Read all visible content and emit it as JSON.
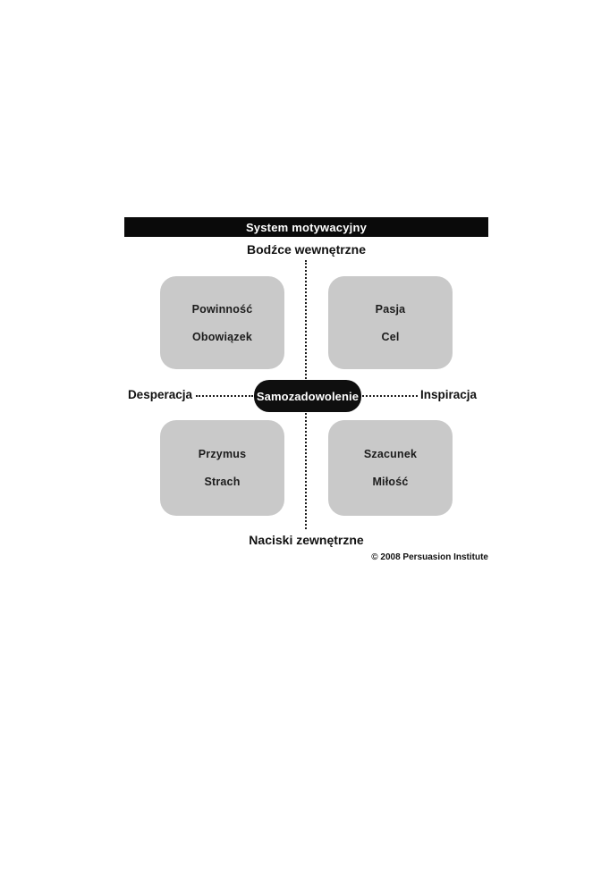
{
  "title": "System motywacyjny",
  "axes": {
    "top": "Bodźce wewnętrzne",
    "bottom": "Naciski zewnętrzne",
    "left": "Desperacja",
    "right": "Inspiracja",
    "center": "Samozadowolenie"
  },
  "quadrants": {
    "top_left": {
      "line1": "Powinność",
      "line2": "Obowiązek"
    },
    "top_right": {
      "line1": "Pasja",
      "line2": "Cel"
    },
    "bottom_left": {
      "line1": "Przymus",
      "line2": "Strach"
    },
    "bottom_right": {
      "line1": "Szacunek",
      "line2": "Miłość"
    }
  },
  "footer": {
    "copyright": "© 2008 Persuasion Institute"
  },
  "colors": {
    "title_bar": "#0a0a0a",
    "quadrant_box": "#c9c9c9",
    "center_pill": "#0f0f0f",
    "background": "#ffffff"
  }
}
